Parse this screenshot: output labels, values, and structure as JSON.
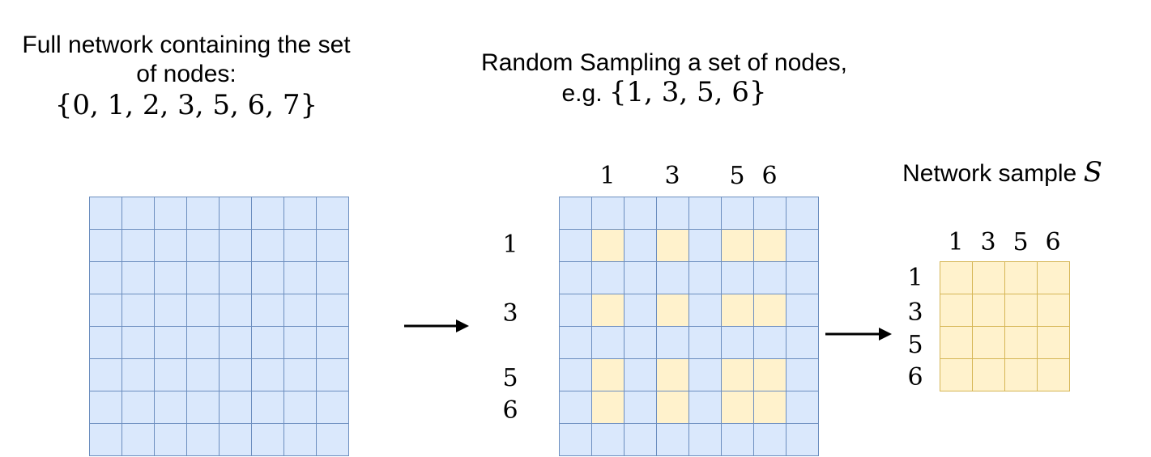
{
  "captions": {
    "full_text": "Full network containing the set of nodes:",
    "full_set": "{0, 1, 2, 3, 5, 6, 7}",
    "random_text": "Random Sampling a set of nodes, e.g.",
    "random_set": "{1, 3, 5, 6}",
    "sample_text": "Network sample",
    "sample_symbol": "S"
  },
  "matrix": {
    "size": 8,
    "selected_indices": [
      1,
      3,
      5,
      6
    ],
    "middle_col_labels": [
      "1",
      "3",
      "5",
      "6"
    ],
    "middle_row_labels": [
      "1",
      "3",
      "5",
      "6"
    ]
  },
  "sample_matrix": {
    "size": 4,
    "col_labels": [
      "1",
      "3",
      "5",
      "6"
    ],
    "row_labels": [
      "1",
      "3",
      "5",
      "6"
    ]
  },
  "colors": {
    "cell_fill": "#dae8fc",
    "cell_stroke": "#6c8ebf",
    "selected_fill": "#fff2cc",
    "selected_stroke": "#d6b656"
  }
}
